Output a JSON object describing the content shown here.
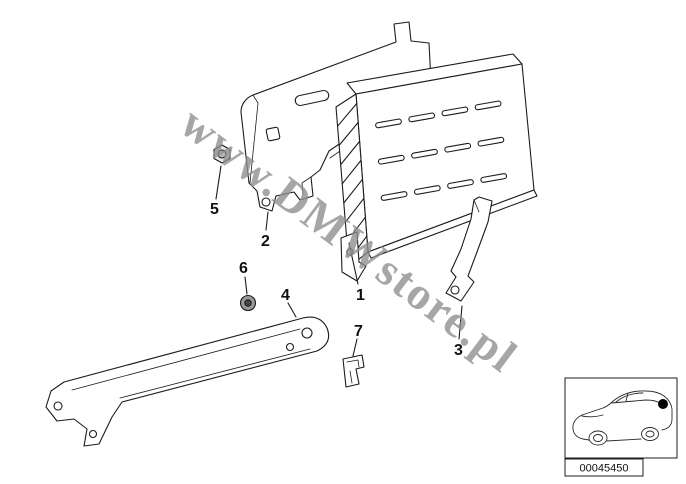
{
  "diagram": {
    "watermark": "www.DMWstore.pl",
    "image_code": "00045450",
    "callouts": {
      "c1": "1",
      "c2": "2",
      "c3": "3",
      "c4": "4",
      "c5": "5",
      "c6": "6",
      "c7": "7"
    }
  }
}
